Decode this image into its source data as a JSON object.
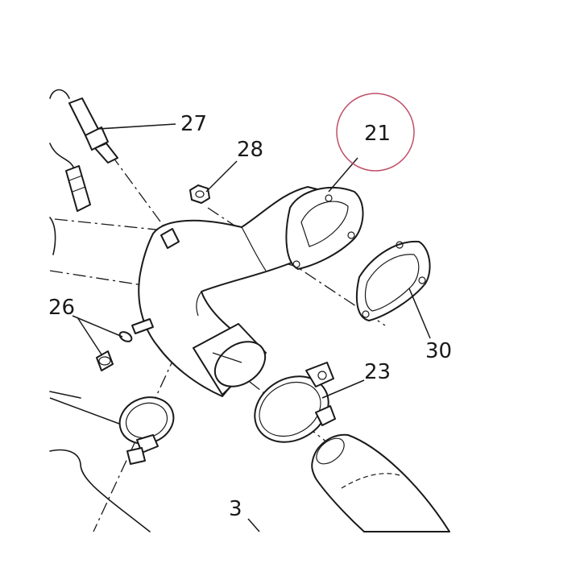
{
  "callouts": {
    "c27": "27",
    "c28": "28",
    "c21": "21",
    "c26": "26",
    "c23": "23",
    "c30": "30",
    "c3": "3"
  },
  "highlight": {
    "target": "21",
    "color": "#c0506a"
  },
  "icons": [
    "oxygen-sensor",
    "nut",
    "exhaust-pipe",
    "gasket",
    "hose-clamp",
    "bolt-washer"
  ]
}
